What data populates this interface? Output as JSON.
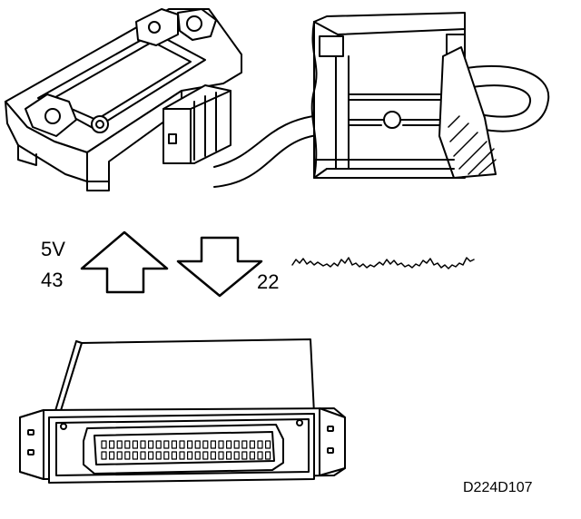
{
  "labels": {
    "supply_voltage": "5V",
    "supply_pin": "43",
    "signal_pin": "22",
    "figure_ref": "D224D107"
  },
  "icons": {
    "sensor": "pressure-sensor-icon",
    "manifold": "intake-manifold-icon",
    "ecu": "control-unit-icon",
    "up": "arrow-up-icon",
    "down": "arrow-down-icon",
    "signal": "signal-waveform-icon"
  },
  "colors": {
    "line": "#000000",
    "background": "#ffffff"
  }
}
